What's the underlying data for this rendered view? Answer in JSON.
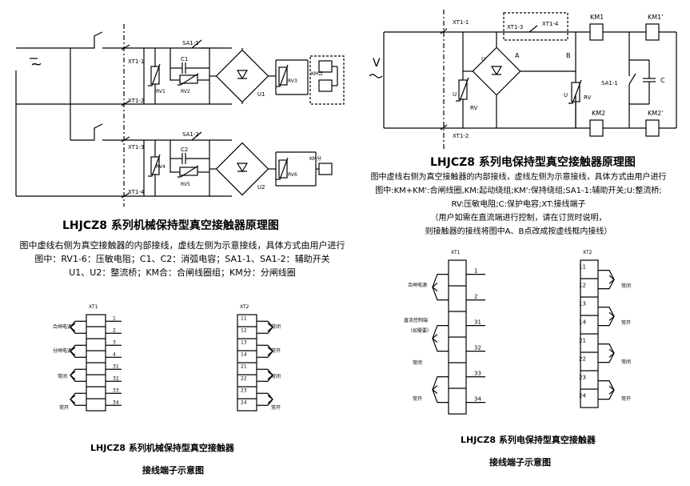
{
  "left_circuit": {
    "terminals_top": [
      "XT1-1",
      "XT1-2"
    ],
    "terminals_bottom": [
      "XT1-3",
      "XT1-4"
    ],
    "switch_top": "SA1-1",
    "switch_bottom": "SA1-2",
    "cap_top": "C1",
    "cap_bottom": "C2",
    "rv": [
      "RV1",
      "RV2",
      "RV3",
      "RV4",
      "RV5",
      "RV6"
    ],
    "bridge_top": "U1",
    "bridge_bottom": "U2",
    "coil_top": "KM合",
    "coil_bottom": "KM分",
    "source_symbol": "~"
  },
  "right_circuit": {
    "terminals": [
      "XT1-1",
      "XT1-2",
      "XT1-3",
      "XT1-4"
    ],
    "source_symbol": "V",
    "bridge": "U",
    "rv": "RV",
    "rv2": "RV",
    "u_label": "U",
    "point_a": "A",
    "point_b": "B",
    "km": [
      "KM1",
      "KM1'",
      "KM2",
      "KM2'"
    ],
    "switch": "SA1-1",
    "cap": "C"
  },
  "left_title": "LHJCZ8 系列机械保持型真空接触器原理图",
  "left_desc": [
    "图中虚线右侧为真空接触器的内部接线，虚线左侧为示意接线，具体方式由用户进行",
    "图中：RV1-6：压敏电阻；C1、C2：消弧电容；SA1-1、SA1-2：辅助开关",
    "U1、U2：整流桥；KM合：合闸线圈组；KM分：分闸线圈"
  ],
  "right_title": "LHJCZ8 系列电保持型真空接触器原理图",
  "right_desc": [
    "图中虚线右侧为真空接触器的内部接线，虚线左侧为示意接线，具体方式由用户进行",
    "图中:KM+KM':合闸线圈,KM:起动绕组;KM':保持绕组;SA1-1:辅助开关;U:整流桥;",
    "RV:压敏电阻;C:保护电容;XT:接线端子",
    "（用户如需在直流端进行控制，请在订货时说明，",
    "则接触器的接线将图中A、B点改成按虚线框内接线）"
  ],
  "left_term": {
    "header": "XT1",
    "numbers": [
      "1",
      "2",
      "3",
      "4",
      "31",
      "32",
      "33",
      "34"
    ],
    "labels": [
      "合闸电源",
      "分闸电源",
      "常闭",
      "常开"
    ]
  },
  "left_term2": {
    "header": "XT2",
    "numbers": [
      "11",
      "12",
      "13",
      "14",
      "21",
      "22",
      "23",
      "24"
    ],
    "labels": [
      "常闭",
      "常开",
      "常闭",
      "常开"
    ]
  },
  "left_term_caption": [
    "LHJCZ8 系列机械保持型真空接触器",
    "接线端子示意图"
  ],
  "right_term": {
    "header": "XT1",
    "numbers": [
      "1",
      "2",
      "31",
      "32",
      "33",
      "34"
    ],
    "labels": [
      "合闸电源",
      "直流控制端",
      "（如需要）",
      "常闭",
      "常开"
    ]
  },
  "right_term2": {
    "header": "XT2",
    "numbers": [
      "11",
      "12",
      "13",
      "14",
      "21",
      "22",
      "23",
      "24"
    ],
    "labels": [
      "常闭",
      "常开",
      "常闭",
      "常开"
    ]
  },
  "right_term_caption": [
    "LHJCZ8 系列电保持型真空接触器",
    "接线端子示意图"
  ]
}
